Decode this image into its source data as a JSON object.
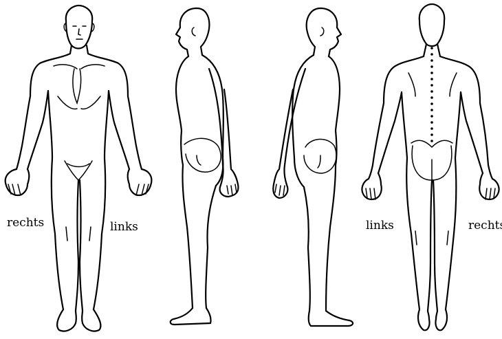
{
  "labels": {
    "front_right": "rechts",
    "front_left": "links",
    "back_left": "links",
    "back_right": "rechts"
  },
  "figures": [
    "front-view",
    "side-view-right",
    "side-view-left",
    "back-view"
  ],
  "colors": {
    "line": "#000000",
    "background": "#ffffff"
  }
}
